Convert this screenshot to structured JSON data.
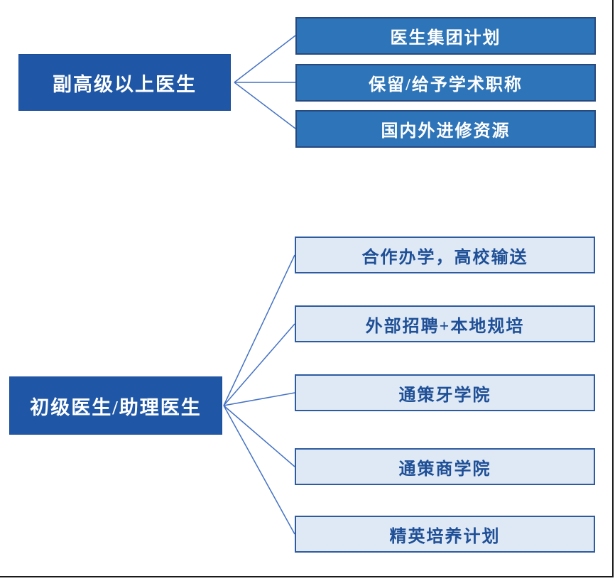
{
  "diagram": {
    "groups": [
      {
        "source": "副高级以上医生",
        "targets": [
          "医生集团计划",
          "保留/给予学术职称",
          "国内外进修资源"
        ]
      },
      {
        "source": "初级医生/助理医生",
        "targets": [
          "合作办学，高校输送",
          "外部招聘+本地规培",
          "通策牙学院",
          "通策商学院",
          "精英培养计划"
        ]
      }
    ],
    "colors": {
      "source_box_fill": "#1F57A6",
      "source_box_border": "#1B4C96",
      "source_box_text": "#FFFFFF",
      "top_target_fill": "#2E74B8",
      "top_target_border": "#27497E",
      "top_target_text": "#FFFFFF",
      "bottom_target_fill": "#DEE9F5",
      "bottom_target_border": "#2E5B9F",
      "bottom_target_text": "#1F4F96",
      "connector_line": "#4472C4",
      "frame_line": "#1A1A1A"
    }
  }
}
